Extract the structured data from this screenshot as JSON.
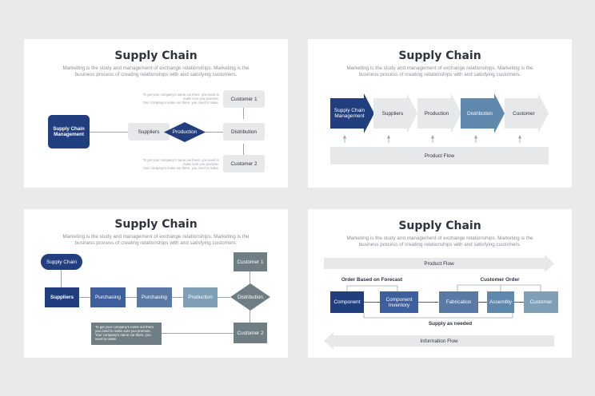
{
  "title": "Supply Chain",
  "subtitle": "Marketing is the study and management of exchange relationships. Marketing is the business process of creating relationships with and satisfying customers.",
  "bullet_text": [
    "To get your company's name out there, you need to make sure you promote.",
    "Your company's name out there, you need to make."
  ],
  "bullet_text_b": [
    "To get your company's name out there you need to make sure you promote.",
    "Your company's name out there, you need to make."
  ],
  "s1": {
    "scm": "Supply Chain Management",
    "suppliers": "Suppliers",
    "production": "Production",
    "distribution": "Distribution",
    "customer1": "Customer 1",
    "customer2": "Customer 2"
  },
  "s2": {
    "steps": [
      "Supply Chain Management",
      "Suppliers",
      "Production",
      "Distribution",
      "Customer"
    ],
    "flow": "Product Flow"
  },
  "s3": {
    "supply_chain": "Supply Chain",
    "suppliers": "Suppliers",
    "purchasing1": "Purchasing",
    "purchasing2": "Purchasing",
    "production": "Production",
    "distribution": "Distribution",
    "customer1": "Customer 1",
    "customer2": "Customer 2"
  },
  "s4": {
    "product_flow": "Product Flow",
    "order_forecast": "Order Based on Forecast",
    "customer_order": "Customer Order",
    "component": "Component",
    "component_inventory": "Component Inventory",
    "fabrication": "Fabrication",
    "assembly": "Assembly",
    "customer": "Customer",
    "supply_needed": "Supply as needed",
    "info_flow": "Information Flow"
  },
  "colors": {
    "navy": "#213f7f",
    "blue": "#3d5f9e",
    "slate": "#5a7aa6",
    "teal": "#7f9fb7",
    "steel": "#5f88ad",
    "gray_dark": "#6f7e84",
    "light": "#e7e8ea"
  }
}
